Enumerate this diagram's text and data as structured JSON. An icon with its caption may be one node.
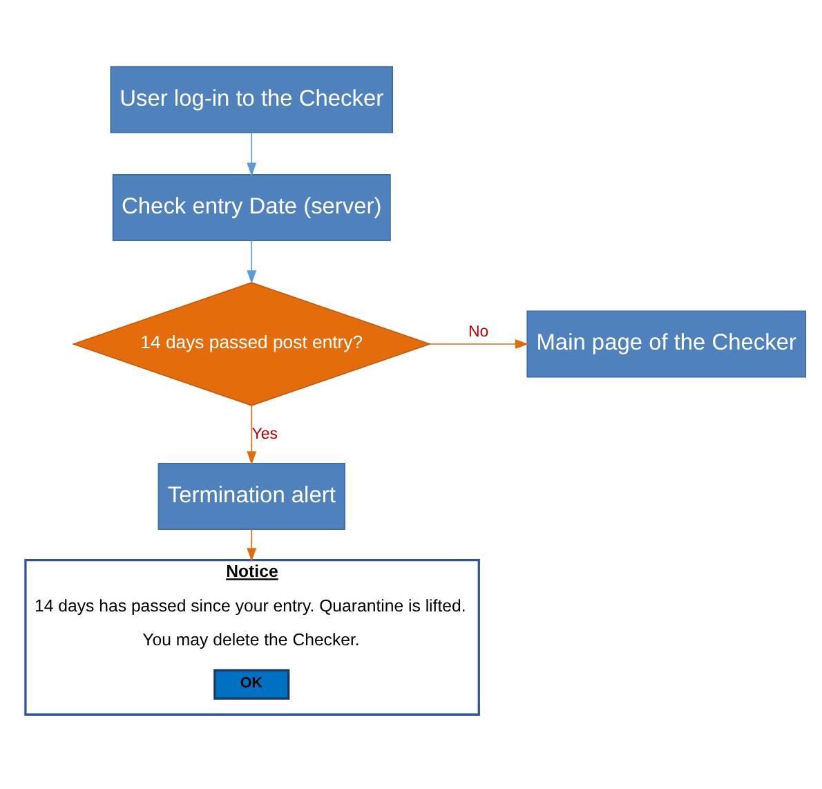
{
  "diagram": {
    "nodes": [
      {
        "text": [
          "User log-in to the Checker"
        ]
      },
      {
        "text": [
          "Check entry Date (server)"
        ]
      },
      {
        "text": [
          "14 days passed post entry?"
        ]
      },
      {
        "text": [
          "Main page of the Checker"
        ]
      },
      {
        "text": [
          "Termination alert"
        ]
      },
      {
        "text": [
          "Notice",
          "14 days has passed since your entry. Quarantine is lifted.",
          "You may delete the Checker."
        ]
      },
      {
        "text": [
          "OK"
        ],
        "in": 5
      }
    ],
    "edges": [
      {
        "from": 0,
        "to": 1,
        "arrow": "to",
        "color": "#5b9bd5"
      },
      {
        "from": 1,
        "to": 2,
        "arrow": "to",
        "color": "#5b9bd5"
      },
      {
        "from": 2,
        "to": 3,
        "arrow": "to",
        "label": "No"
      },
      {
        "from": 2,
        "to": 4,
        "arrow": "to",
        "label": "Yes"
      },
      {
        "from": 4,
        "to": 5,
        "arrow": "to"
      }
    ]
  }
}
